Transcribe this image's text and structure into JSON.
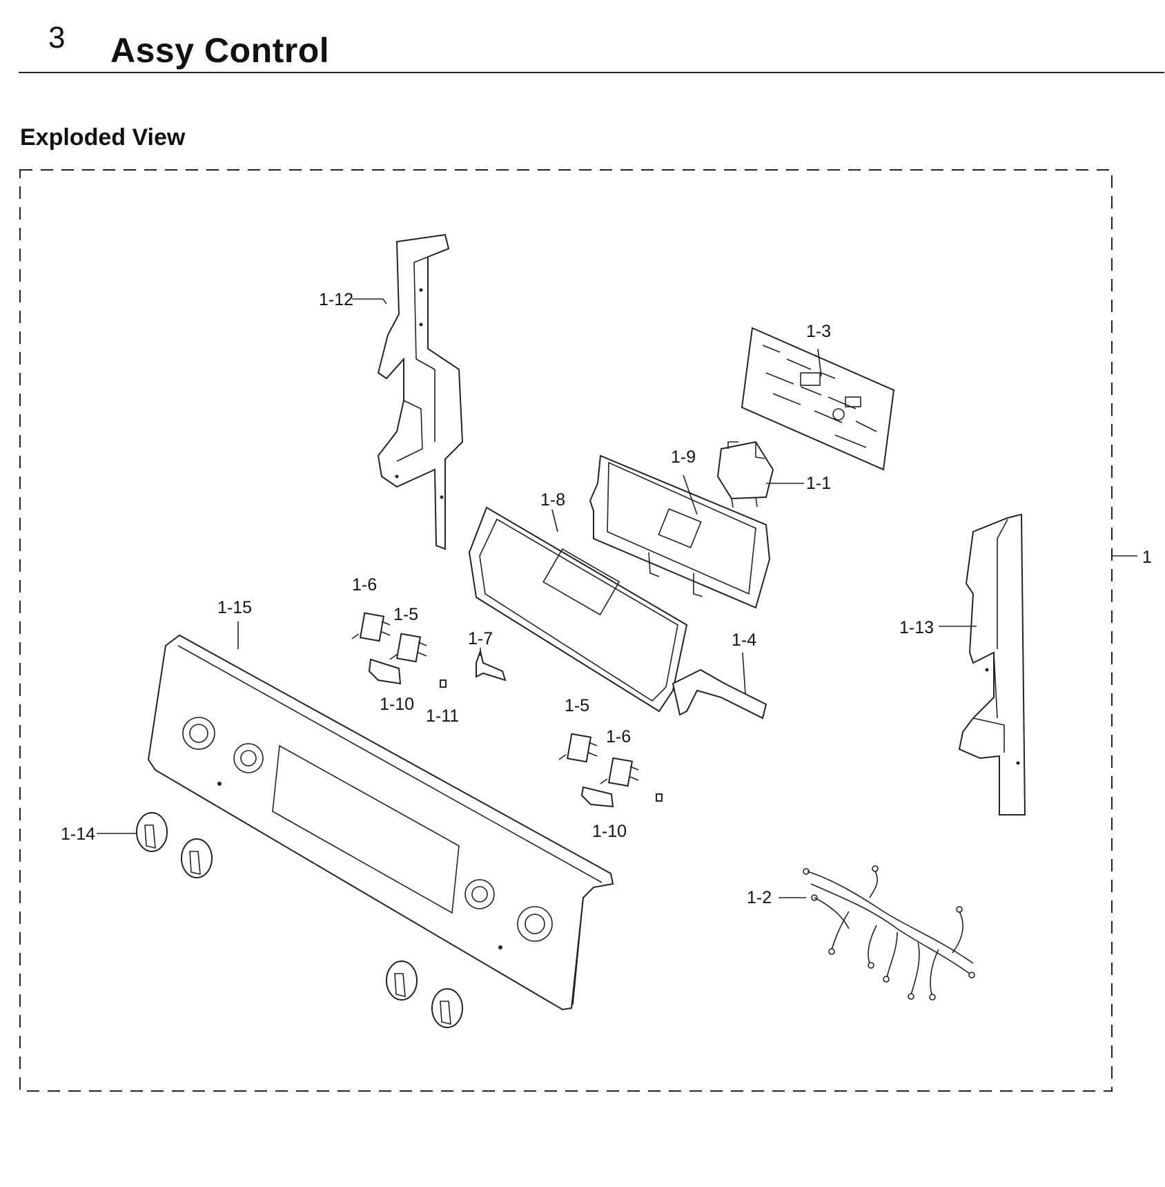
{
  "header": {
    "section_number": "3",
    "section_title": "Assy Control",
    "subtitle": "Exploded View"
  },
  "diagram": {
    "callouts": [
      {
        "id": "1-1",
        "label": "1-1"
      },
      {
        "id": "1-2",
        "label": "1-2"
      },
      {
        "id": "1-3",
        "label": "1-3"
      },
      {
        "id": "1-4",
        "label": "1-4"
      },
      {
        "id": "1-5a",
        "label": "1-5"
      },
      {
        "id": "1-5b",
        "label": "1-5"
      },
      {
        "id": "1-6a",
        "label": "1-6"
      },
      {
        "id": "1-6b",
        "label": "1-6"
      },
      {
        "id": "1-7",
        "label": "1-7"
      },
      {
        "id": "1-8",
        "label": "1-8"
      },
      {
        "id": "1-9",
        "label": "1-9"
      },
      {
        "id": "1-10a",
        "label": "1-10"
      },
      {
        "id": "1-10b",
        "label": "1-10"
      },
      {
        "id": "1-11",
        "label": "1-11"
      },
      {
        "id": "1-12",
        "label": "1-12"
      },
      {
        "id": "1-13",
        "label": "1-13"
      },
      {
        "id": "1-14",
        "label": "1-14"
      },
      {
        "id": "1-15",
        "label": "1-15"
      },
      {
        "id": "1",
        "label": "1"
      }
    ]
  }
}
